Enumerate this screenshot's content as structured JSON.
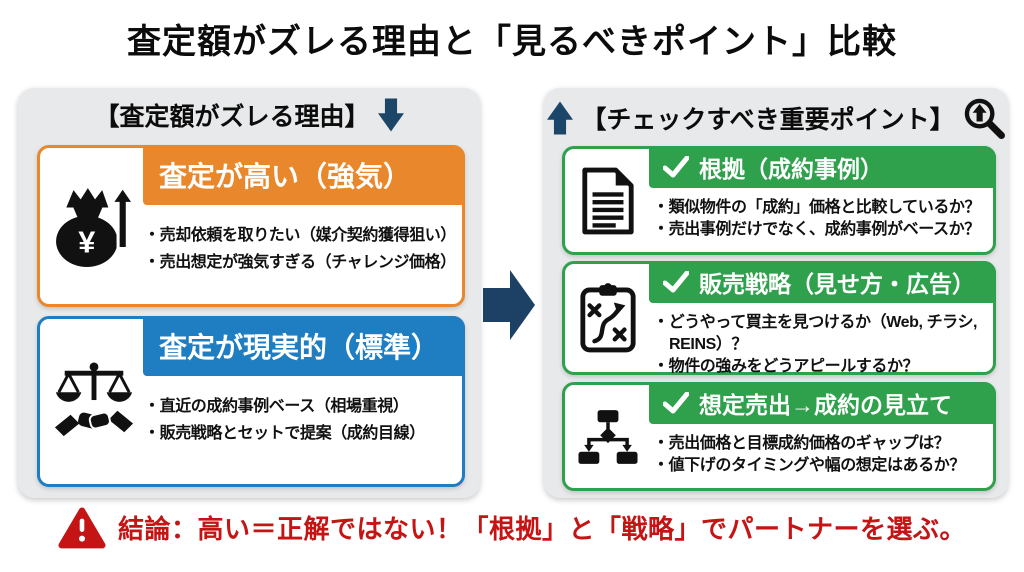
{
  "title": "査定額がズレる理由と「見るべきポイント」比較",
  "colors": {
    "orange_accent": "#E8872B",
    "blue_accent": "#1F7DC2",
    "green_accent": "#2FA04B",
    "navy_arrow": "#1C4164",
    "red_conclusion": "#C41414",
    "panel_background": "#E8E9EA"
  },
  "icons": {
    "yen": "¥",
    "left_header_arrow": "arrow-down-icon",
    "right_header_arrow": "arrow-up-icon",
    "right_header_magnifier": "magnifier-up-icon",
    "between_panels": "arrow-right-icon",
    "conclusion": "warning-triangle-icon"
  },
  "left_panel": {
    "header": "【査定額がズレる理由】",
    "cards": [
      {
        "title": "査定が高い（強気）",
        "icon": "money-bag-up-icon",
        "bullets": [
          "・売却依頼を取りたい（媒介契約獲得狙い）",
          "・売出想定が強気すぎる（チャレンジ価格）"
        ]
      },
      {
        "title": "査定が現実的（標準）",
        "icon": "scale-handshake-icon",
        "bullets": [
          "・直近の成約事例ベース（相場重視）",
          "・販売戦略とセットで提案（成約目線）"
        ]
      }
    ]
  },
  "right_panel": {
    "header": "【チェックすべき重要ポイント】",
    "cards": [
      {
        "title": "根拠（成約事例）",
        "icon": "document-icon",
        "bullets": [
          "・類似物件の「成約」価格と比較しているか？",
          "・売出事例だけでなく、成約事例がベースか？"
        ]
      },
      {
        "title": "販売戦略（見せ方・広告）",
        "icon": "strategy-clipboard-icon",
        "bullets": [
          "・どうやって買主を見つけるか（Web, チラシ, REINS）？",
          "・物件の強みをどうアピールするか？"
        ]
      },
      {
        "title": "想定売出→成約の見立て",
        "icon": "flowchart-icon",
        "bullets": [
          "・売出価格と目標成約価格のギャップは？",
          "・値下げのタイミングや幅の想定はあるか？"
        ]
      }
    ]
  },
  "conclusion": {
    "text": "結論：高い＝正解ではない！「根拠」と「戦略」でパートナーを選ぶ。"
  }
}
